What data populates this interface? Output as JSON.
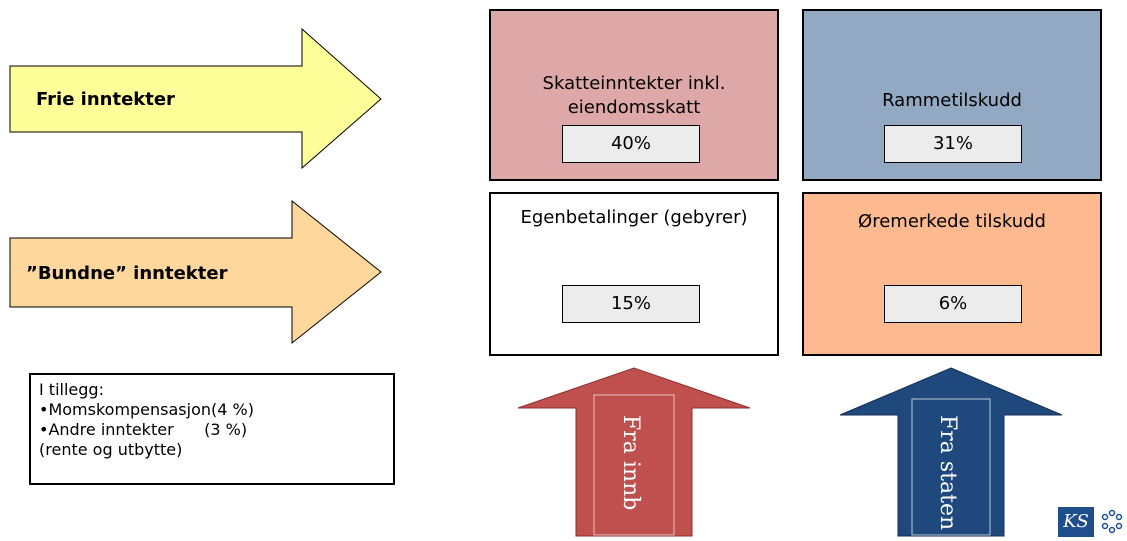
{
  "arrows": {
    "frie": {
      "label": "Frie inntekter",
      "color": "#ffff99"
    },
    "bundne": {
      "label": "”Bundne” inntekter",
      "color": "#fdd79b"
    }
  },
  "boxes": {
    "skatt": {
      "title_line1": "Skatteinntekter inkl.",
      "title_line2": "eiendomsskatt",
      "value": "40%",
      "color": "#dfa8a8"
    },
    "ramme": {
      "title": "Rammetilskudd",
      "value": "31%",
      "color": "#93a8c2"
    },
    "egen": {
      "title": "Egenbetalinger (gebyrer)",
      "value": "15%",
      "color": "#ffffff"
    },
    "oremerkede": {
      "title": "Øremerkede tilskudd",
      "value": "6%",
      "color": "#fdb98f"
    }
  },
  "note": {
    "line1": "I tillegg:",
    "line2": "•Momskompensasjon(4 %)",
    "line3": "•Andre inntekter      (3 %)",
    "line4": "(rente og utbytte)"
  },
  "up_arrows": {
    "innb": {
      "label": "Fra innb",
      "color": "#c0504d"
    },
    "staten": {
      "label": "Fra staten",
      "color": "#1f497d"
    }
  },
  "logo": {
    "text": "KS"
  }
}
